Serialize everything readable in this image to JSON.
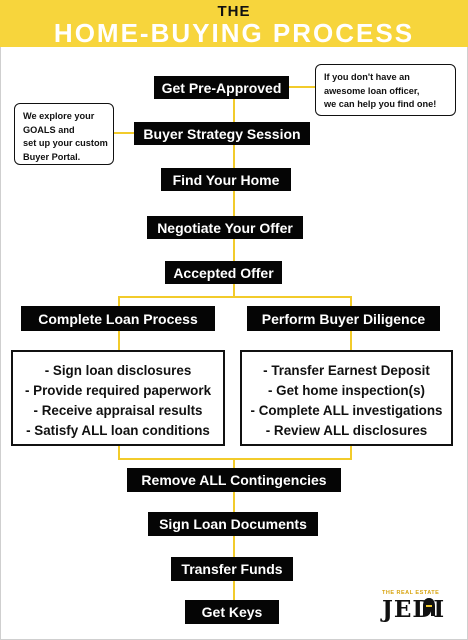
{
  "header": {
    "small_title": "THE",
    "main_title": "HOME-BUYING PROCESS"
  },
  "steps": {
    "get_pre_approved": "Get Pre-Approved",
    "buyer_strategy_session": "Buyer  Strategy Session",
    "find_your_home": "Find Your Home",
    "negotiate_your_offer": "Negotiate Your Offer",
    "accepted_offer": "Accepted Offer",
    "complete_loan_process": "Complete Loan Process",
    "perform_buyer_diligence": "Perform Buyer Diligence",
    "remove_all_contingencies": "Remove ALL  Contingencies",
    "sign_loan_documents": "Sign Loan Documents",
    "transfer_funds": "Transfer Funds",
    "get_keys": "Get Keys"
  },
  "loan_tasks": [
    "- Sign loan disclosures",
    "- Provide required paperwork",
    "- Receive appraisal results",
    "- Satisfy ALL loan conditions"
  ],
  "diligence_tasks": [
    "- Transfer Earnest Deposit",
    "- Get home inspection(s)",
    "- Complete ALL investigations",
    "- Review ALL disclosures"
  ],
  "callouts": {
    "loan_officer": [
      "If you don't have an",
      "awesome loan officer,",
      "we can help you find one!"
    ],
    "strategy": [
      "We explore your",
      "GOALS and",
      "set up your custom",
      "Buyer Portal."
    ]
  },
  "logo": {
    "top_text": "THE REAL ESTATE",
    "main_text": "JEDI",
    "icon": "jedi-helmet-icon"
  },
  "colors": {
    "header_bg": "#f7d53c",
    "connector": "#f2cb2b",
    "step_bg": "#050505",
    "step_text": "#ffffff"
  }
}
